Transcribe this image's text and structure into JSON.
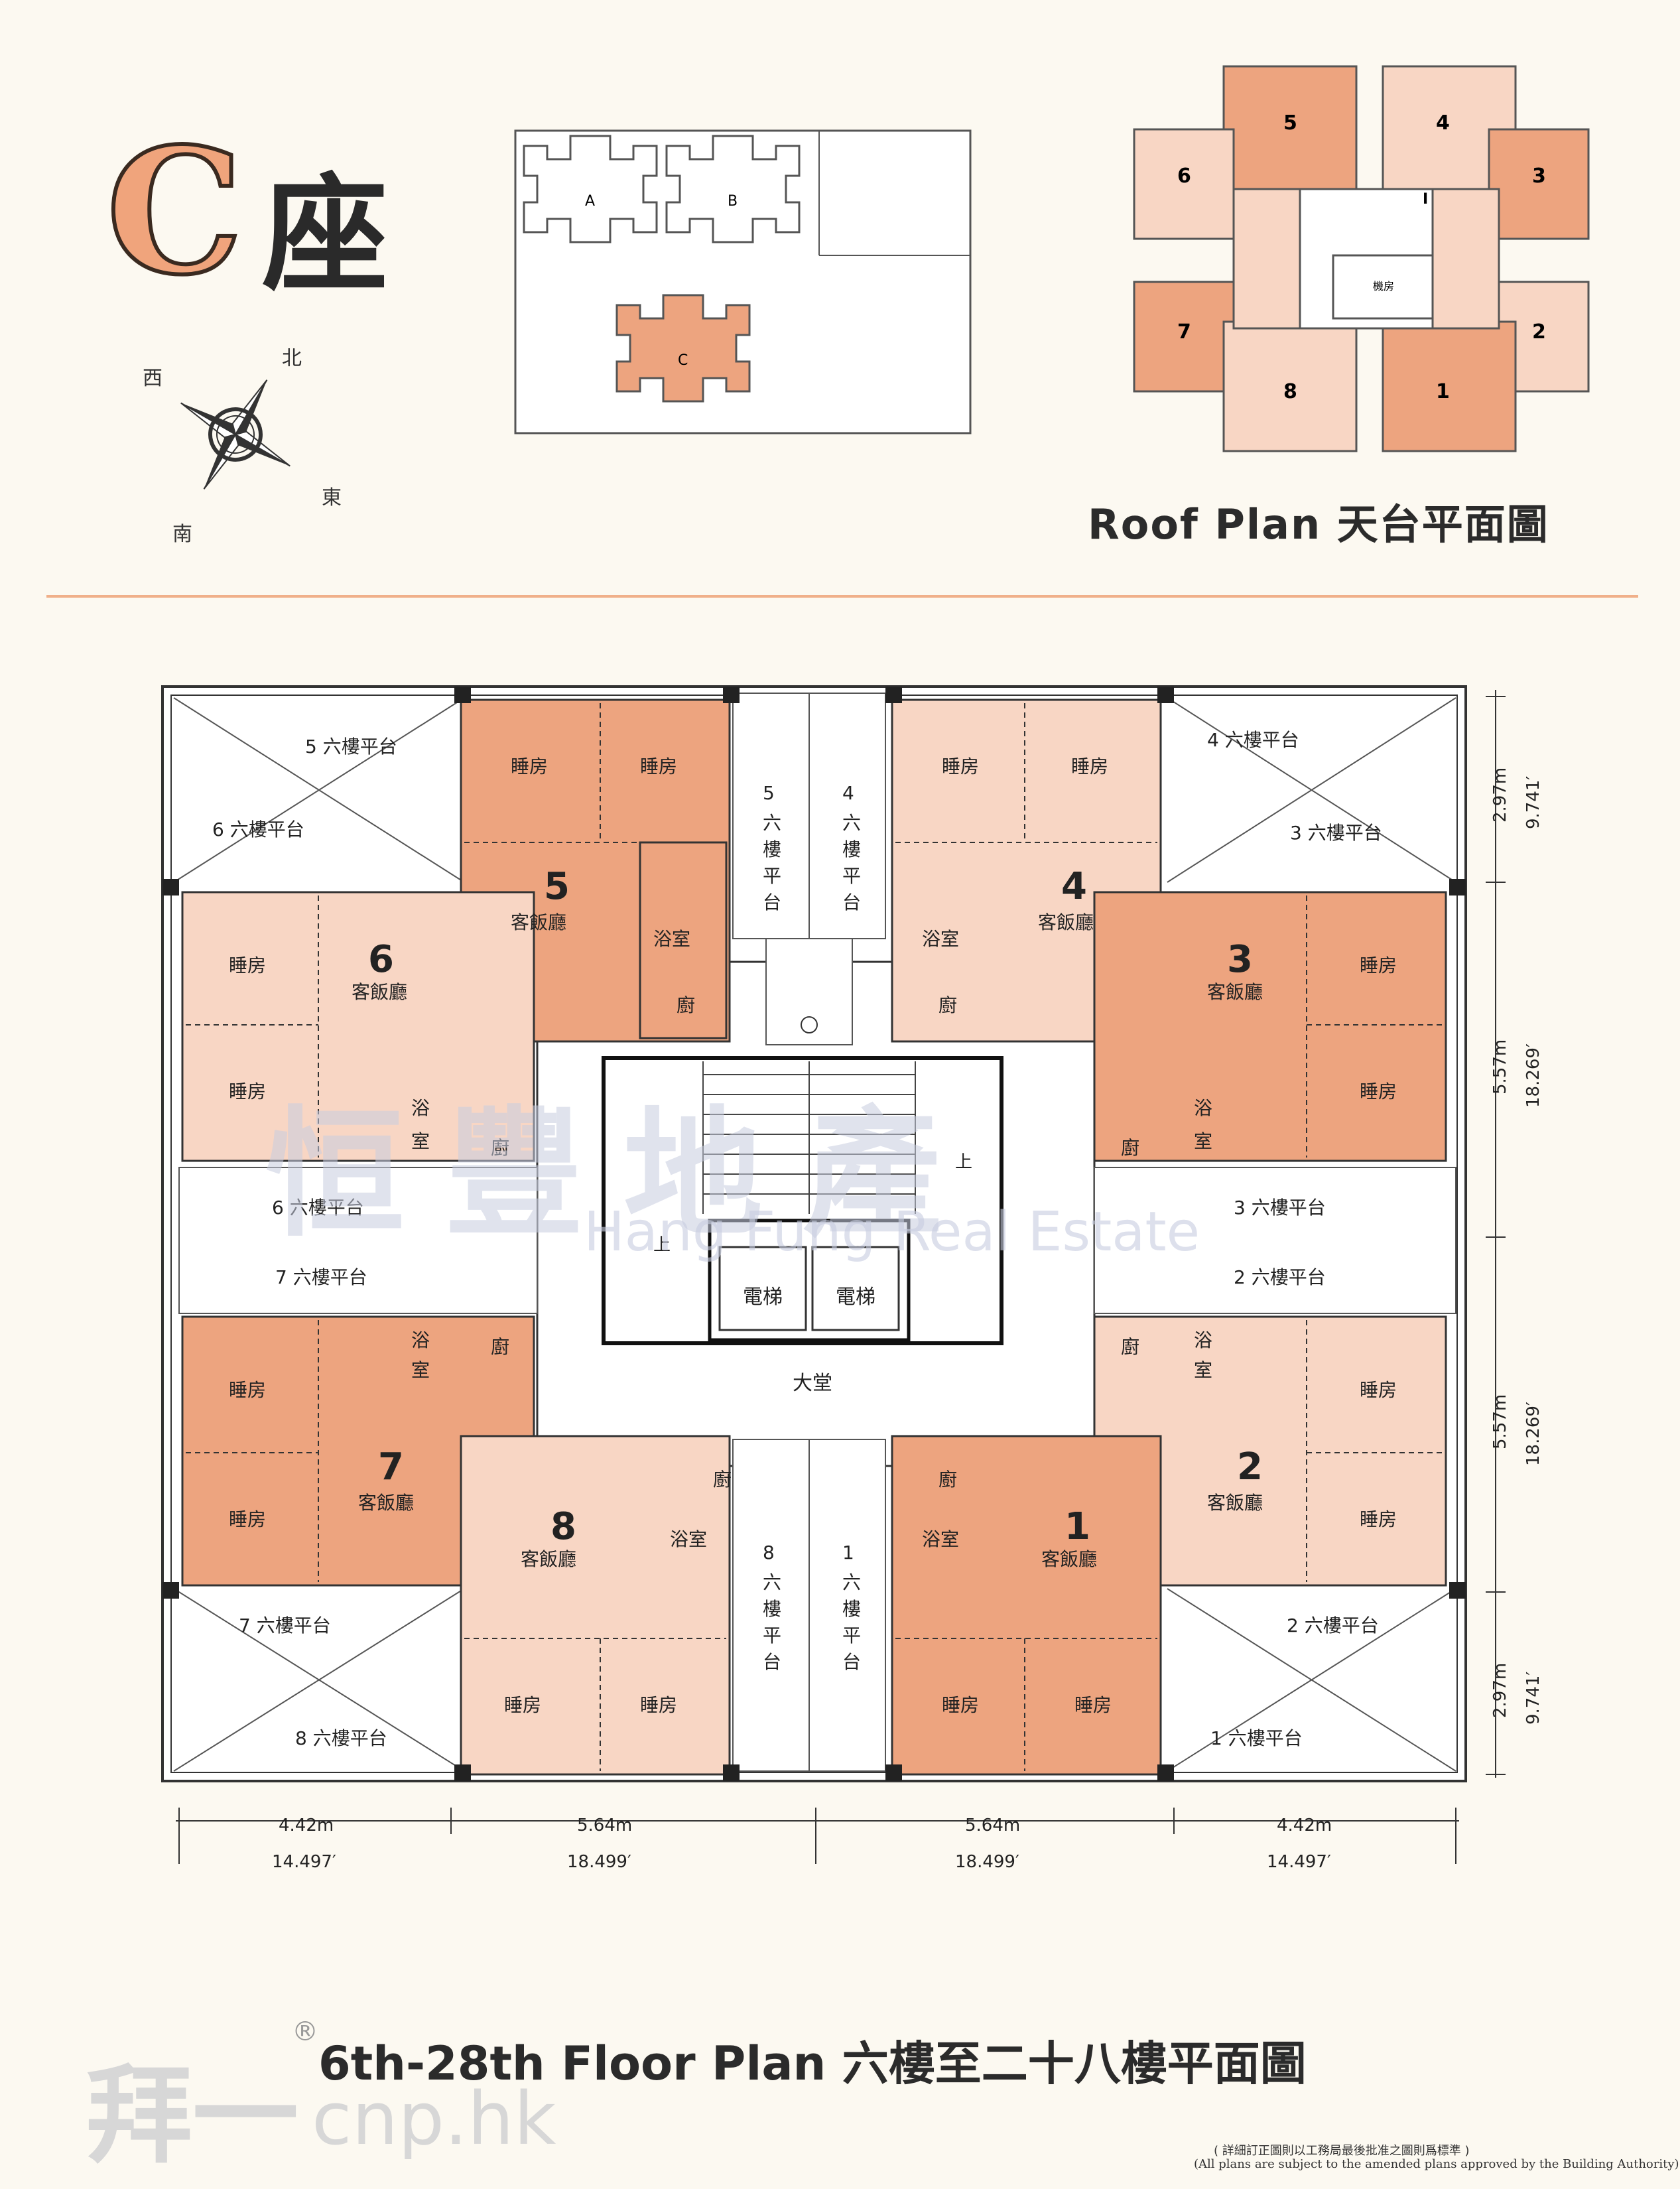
{
  "header": {
    "letter": "C",
    "char": "座"
  },
  "compass": {
    "north": "北",
    "west": "西",
    "south": "南",
    "east": "東"
  },
  "site": {
    "blocks": [
      "A",
      "B",
      "C"
    ]
  },
  "roof": {
    "caption": "Roof Plan 天台平面圖",
    "units": [
      "1",
      "2",
      "3",
      "4",
      "5",
      "6",
      "7",
      "8"
    ],
    "machine_room": "機房",
    "mark": "I"
  },
  "floor": {
    "caption": "6th-28th Floor Plan 六樓至二十八樓平面圖",
    "units": [
      "1",
      "2",
      "3",
      "4",
      "5",
      "6",
      "7",
      "8"
    ],
    "bedroom": "睡房",
    "living": "客飯廳",
    "bath_1": "浴",
    "bath_2": "室",
    "bathroom": "浴室",
    "kitchen": "廚",
    "terrace": "六樓平台",
    "terrace_v1": "六",
    "terrace_v2": "樓",
    "terrace_v3": "平",
    "terrace_v4": "台",
    "lift": "電梯",
    "lobby": "大堂",
    "up": "上",
    "dims_h": [
      {
        "m": "4.42m",
        "ft": "14.497′"
      },
      {
        "m": "5.64m",
        "ft": "18.499′"
      },
      {
        "m": "5.64m",
        "ft": "18.499′"
      },
      {
        "m": "4.42m",
        "ft": "14.497′"
      }
    ],
    "dims_v": [
      {
        "m": "2.97m",
        "ft": "9.741′"
      },
      {
        "m": "5.57m",
        "ft": "18.269′"
      },
      {
        "m": "5.57m",
        "ft": "18.269′"
      },
      {
        "m": "2.97m",
        "ft": "9.741′"
      }
    ]
  },
  "watermark": {
    "cn": "恒豐地產",
    "en": "Hang Fung Real Estate"
  },
  "watermark2": {
    "cn": "拜一",
    "en": "cnp.hk",
    "reg": "®"
  },
  "notes": {
    "cn": "( 詳細訂正圖則以工務局最後批准之圖則爲標準 )",
    "en": "(All plans are subject to the amended plans approved by the Building Authority)"
  },
  "colors": {
    "dark_unit": "#eda47f",
    "light_unit": "#f8d6c4",
    "page": "#fcf9f1"
  }
}
